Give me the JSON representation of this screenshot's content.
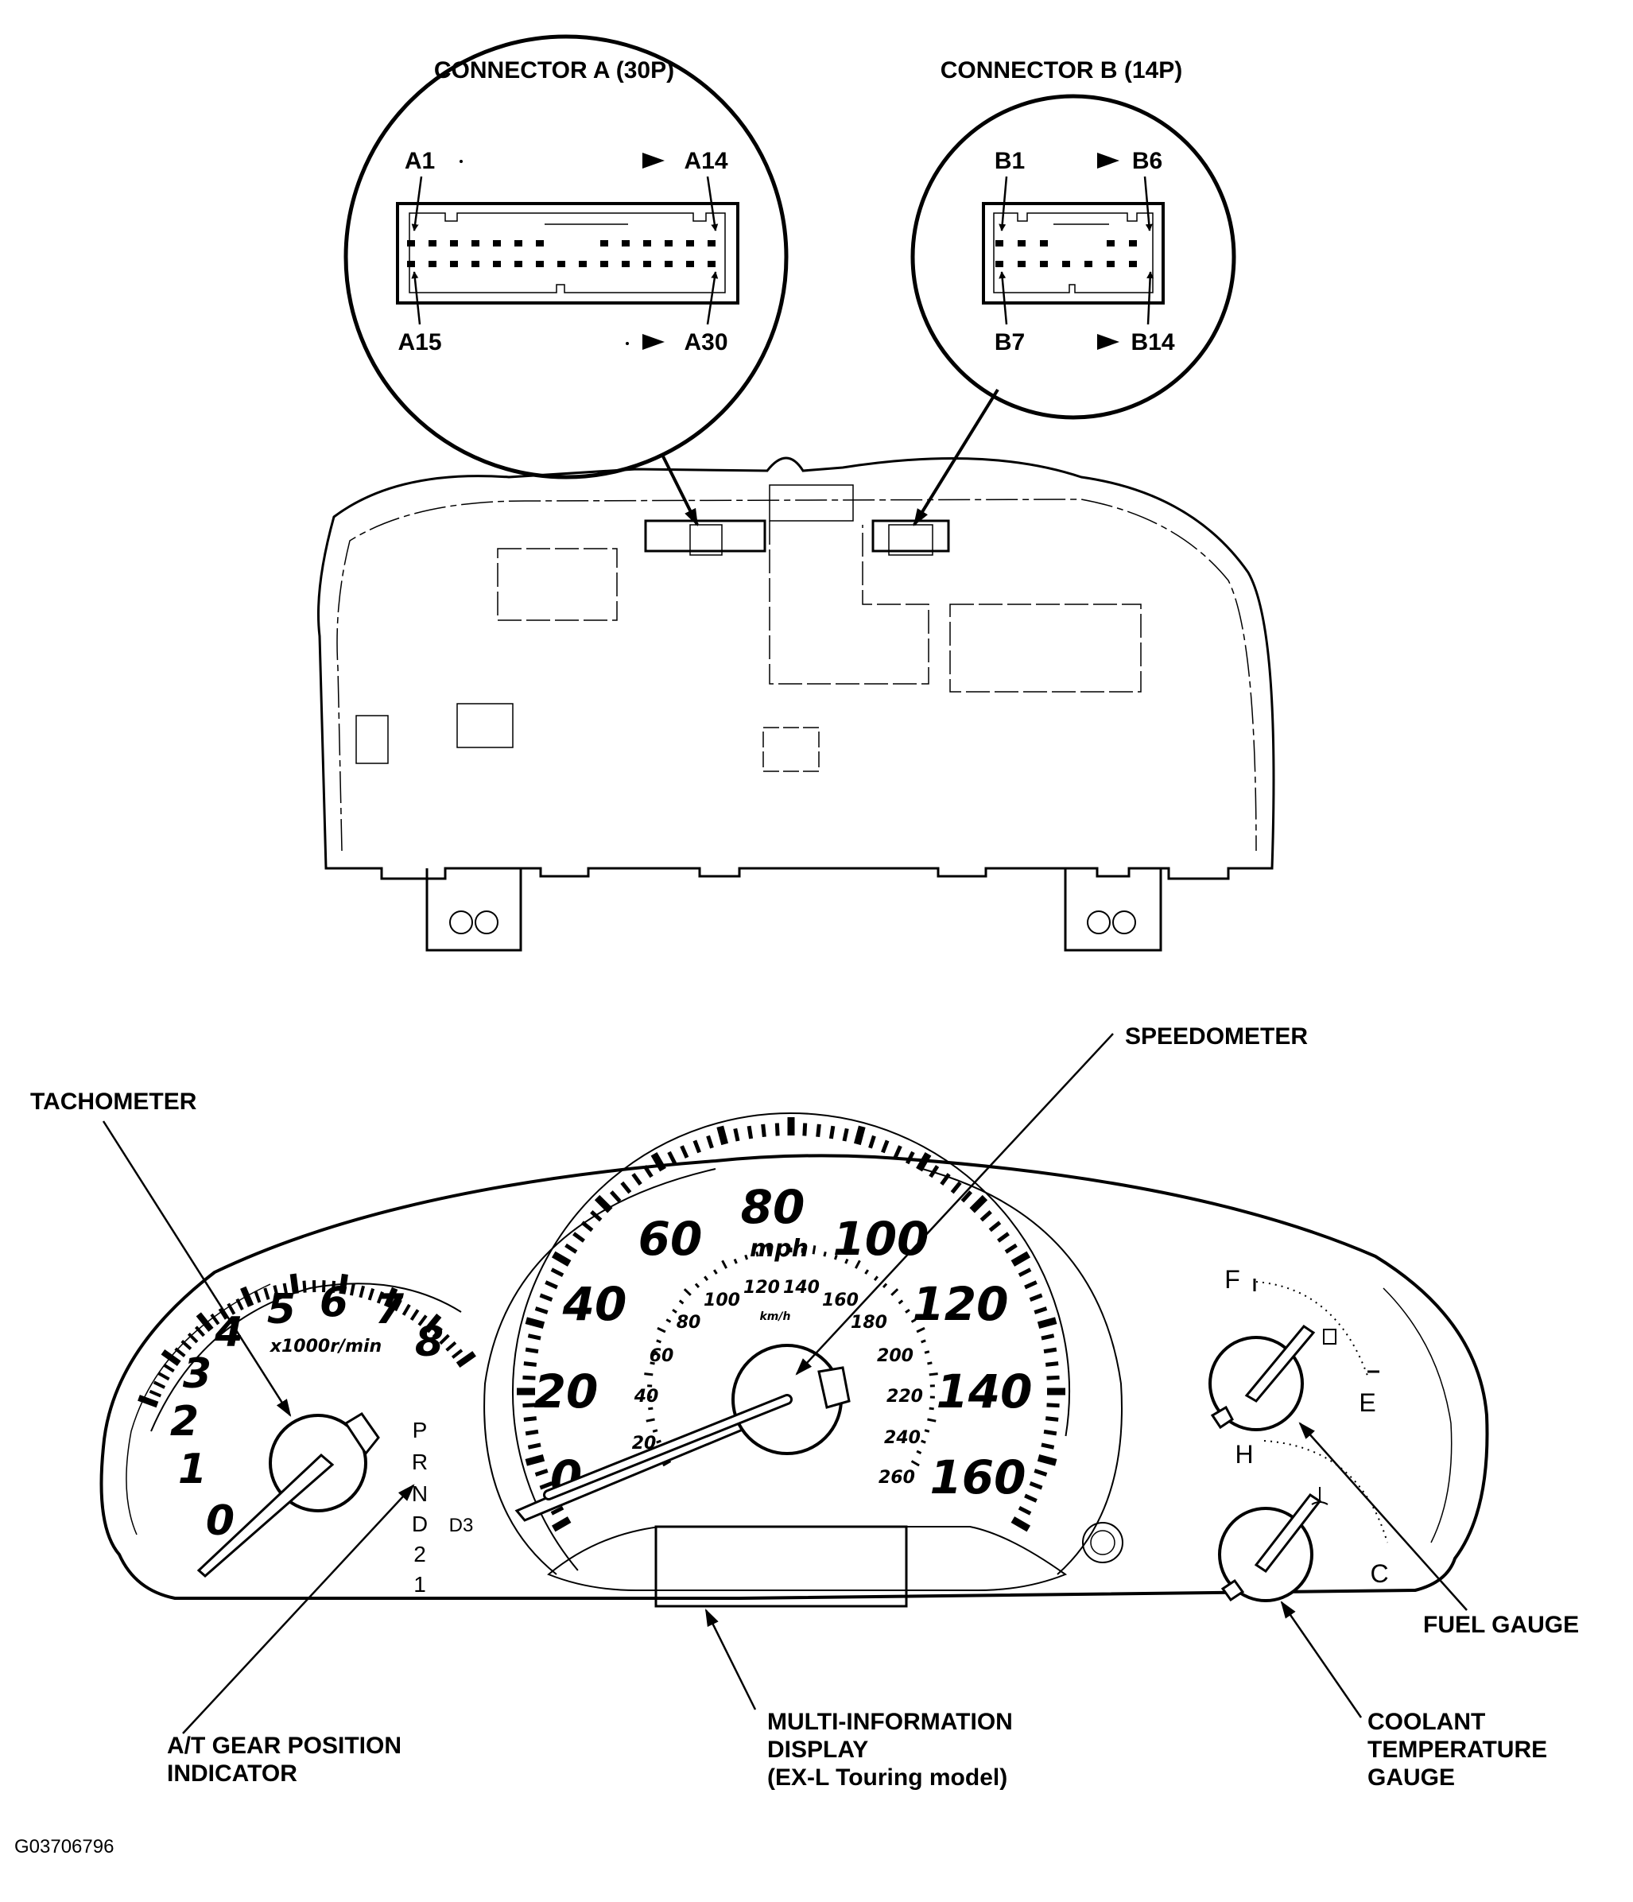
{
  "connector_a": {
    "title": "CONNECTOR A (30P)",
    "pin_top_left": "A1",
    "pin_top_right": "A14",
    "pin_bottom_left": "A15",
    "pin_bottom_right": "A30"
  },
  "connector_b": {
    "title": "CONNECTOR B (14P)",
    "pin_top_left": "B1",
    "pin_top_right": "B6",
    "pin_bottom_left": "B7",
    "pin_bottom_right": "B14"
  },
  "callouts": {
    "speedometer": "SPEEDOMETER",
    "tachometer": "TACHOMETER",
    "fuel_gauge": "FUEL GAUGE",
    "at_gear_line1": "A/T GEAR POSITION",
    "at_gear_line2": "INDICATOR",
    "mid_line1": "MULTI-INFORMATION",
    "mid_line2": "DISPLAY",
    "mid_line3": "(EX-L Touring model)",
    "coolant_line1": "COOLANT",
    "coolant_line2": "TEMPERATURE",
    "coolant_line3": "GAUGE"
  },
  "tachometer": {
    "numbers": [
      "0",
      "1",
      "2",
      "3",
      "4",
      "5",
      "6",
      "7",
      "8"
    ],
    "unit": "x1000r/min"
  },
  "gear_indicator": {
    "positions": [
      "P",
      "R",
      "N",
      "D",
      "2",
      "1"
    ],
    "d3": "D3"
  },
  "speedometer": {
    "mph": [
      "0",
      "20",
      "40",
      "60",
      "80",
      "100",
      "120",
      "140",
      "160"
    ],
    "mph_unit": "mph",
    "kmh": [
      "20",
      "40",
      "60",
      "80",
      "100",
      "120",
      "140",
      "160",
      "180",
      "200",
      "220",
      "240",
      "260"
    ],
    "kmh_unit": "km/h"
  },
  "fuel": {
    "full": "F",
    "empty": "E"
  },
  "temp": {
    "hot": "H",
    "cold": "C"
  },
  "figure_id": "G03706796"
}
